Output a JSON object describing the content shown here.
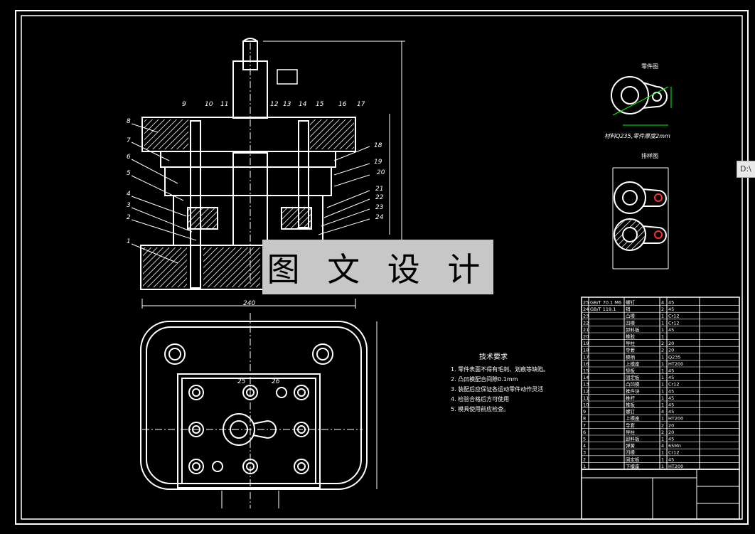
{
  "watermark_text": "图 文 设 计",
  "path_tab": "D:\\",
  "part_drawing": {
    "title_top": "零件图",
    "material_note": "材料Q235,零件厚度2mm",
    "title_layout": "排样图"
  },
  "tech_requirements": {
    "title": "技术要求",
    "items": [
      "1. 零件表面不得有毛刺、划痕等缺陷。",
      "2. 凸凹模配合间隙0.1mm",
      "3. 装配后应保证各运动零件动作灵活",
      "4. 检验合格后方可使用",
      "5. 模具使用前应检查。"
    ]
  },
  "callouts": [
    "1",
    "2",
    "3",
    "4",
    "5",
    "6",
    "7",
    "8",
    "9",
    "10",
    "11",
    "12",
    "13",
    "14",
    "15",
    "16",
    "17",
    "18",
    "19",
    "20",
    "21",
    "22",
    "23",
    "24",
    "25",
    "26"
  ],
  "dimensions": {
    "width_bottom": "240"
  },
  "colors": {
    "line": "#ffffff",
    "accent": "#00ff00",
    "red": "#ff3030",
    "background": "#000000",
    "watermark_bg": "#c7c7c7"
  },
  "bom": {
    "rows": [
      [
        "25",
        "GB/T 70.1 M6",
        "螺钉",
        "4",
        "45",
        ""
      ],
      [
        "24",
        "GB/T 119.1",
        "销",
        "2",
        "45",
        ""
      ],
      [
        "23",
        "",
        "凸模",
        "1",
        "Cr12",
        ""
      ],
      [
        "22",
        "",
        "凹模",
        "1",
        "Cr12",
        ""
      ],
      [
        "21",
        "",
        "卸料板",
        "1",
        "45",
        ""
      ],
      [
        "20",
        "",
        "橡胶",
        "1",
        "",
        ""
      ],
      [
        "19",
        "",
        "导柱",
        "2",
        "20",
        ""
      ],
      [
        "18",
        "",
        "导套",
        "2",
        "20",
        ""
      ],
      [
        "17",
        "",
        "模柄",
        "1",
        "Q235",
        ""
      ],
      [
        "16",
        "",
        "上模座",
        "1",
        "HT200",
        ""
      ],
      [
        "15",
        "",
        "垫板",
        "1",
        "45",
        ""
      ],
      [
        "14",
        "",
        "固定板",
        "1",
        "45",
        ""
      ],
      [
        "13",
        "",
        "凸凹模",
        "1",
        "Cr12",
        ""
      ],
      [
        "12",
        "",
        "推件块",
        "1",
        "45",
        ""
      ],
      [
        "11",
        "",
        "推杆",
        "1",
        "45",
        ""
      ],
      [
        "10",
        "",
        "推板",
        "1",
        "45",
        ""
      ],
      [
        "9",
        "",
        "螺钉",
        "4",
        "45",
        ""
      ],
      [
        "8",
        "",
        "上模座",
        "1",
        "HT200",
        ""
      ],
      [
        "7",
        "",
        "导套",
        "2",
        "20",
        ""
      ],
      [
        "6",
        "",
        "导柱",
        "2",
        "20",
        ""
      ],
      [
        "5",
        "",
        "卸料板",
        "1",
        "45",
        ""
      ],
      [
        "4",
        "",
        "弹簧",
        "4",
        "65Mn",
        ""
      ],
      [
        "3",
        "",
        "凹模",
        "1",
        "Cr12",
        ""
      ],
      [
        "2",
        "",
        "固定板",
        "1",
        "45",
        ""
      ],
      [
        "1",
        "",
        "下模座",
        "1",
        "HT200",
        ""
      ]
    ]
  }
}
